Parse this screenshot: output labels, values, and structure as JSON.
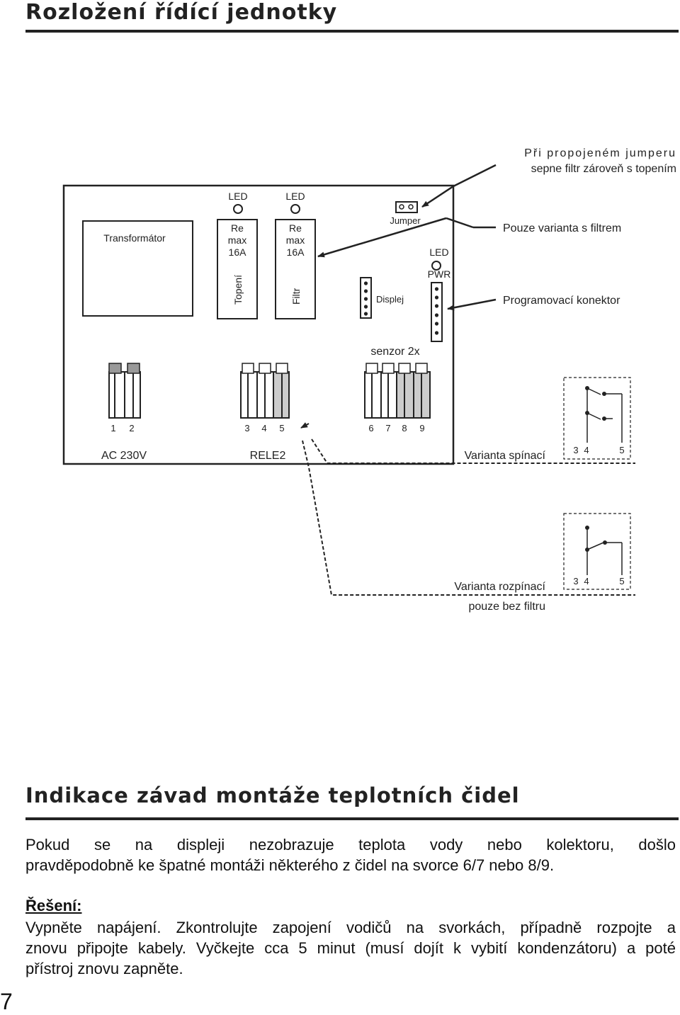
{
  "title": "Rozložení řídící jednotky",
  "diagram": {
    "note_jumper_line1": "Při propojeném jumperu",
    "note_jumper_line2": "sepne filtr zároveň s topením",
    "transformer": "Transformátor",
    "led": "LED",
    "relay_re": "Re",
    "relay_max": "max",
    "relay_amp": "16A",
    "topeni": "Topení",
    "filtr": "Filtr",
    "jumper": "Jumper",
    "displej": "Displej",
    "led_pwr_line1": "LED",
    "led_pwr_line2": "PWR",
    "filter_variant": "Pouze varianta s filtrem",
    "prog_connector": "Programovací konektor",
    "sensor": "senzor 2x",
    "terminal_numbers": [
      "1",
      "2",
      "3",
      "4",
      "5",
      "6",
      "7",
      "8",
      "9"
    ],
    "ac": "AC 230V",
    "rele2": "RELE2",
    "variant_switching": "Varianta spínací",
    "variant_breaking": "Varianta rozpínací",
    "only_without_filter": "pouze bez filtru",
    "switch_numbers": [
      "3",
      "4",
      "5"
    ]
  },
  "section2_title": "Indikace závad montáže teplotních čidel",
  "paragraph1": {
    "line1": "Pokud se na displeji nezobrazuje teplota vody nebo kolektoru, došlo",
    "line2": "pravděpodobně ke špatné montáži některého z čidel na svorce 6/7 nebo 8/9."
  },
  "solution_heading": "Řešení:",
  "paragraph2": {
    "line1": "Vypněte napájení. Zkontrolujte zapojení vodičů na svorkách, případně rozpojte a",
    "line2": "znovu připojte kabely. Vyčkejte cca 5 minut (musí dojít k vybití kondenzátoru) a poté",
    "line3": "přístroj znovu zapněte."
  },
  "page_number": "7"
}
